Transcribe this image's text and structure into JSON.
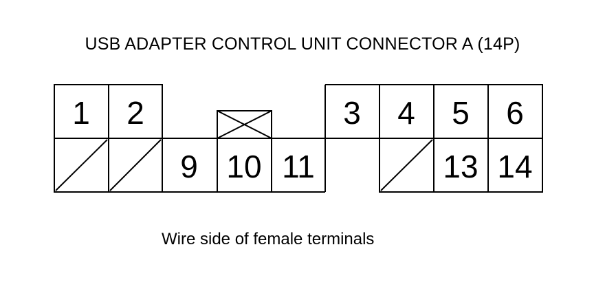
{
  "title": "USB ADAPTER CONTROL UNIT CONNECTOR A (14P)",
  "caption": "Wire side of female terminals",
  "terminals": [
    "1",
    "2",
    "3",
    "4",
    "5",
    "6",
    "9",
    "10",
    "11",
    "13",
    "14"
  ]
}
